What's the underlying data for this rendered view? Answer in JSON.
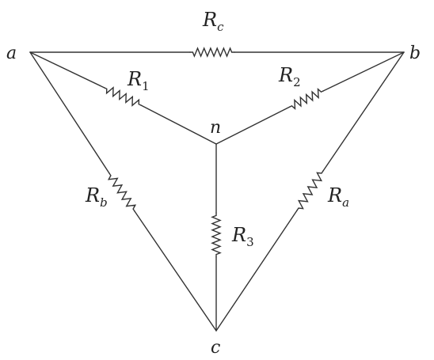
{
  "nodes": {
    "a": "a",
    "b": "b",
    "c": "c",
    "n": "n"
  },
  "resistors": {
    "Rc": {
      "main": "R",
      "sub": "c"
    },
    "R1": {
      "main": "R",
      "sub": "1"
    },
    "R2": {
      "main": "R",
      "sub": "2"
    },
    "Rb": {
      "main": "R",
      "sub": "b"
    },
    "Ra": {
      "main": "R",
      "sub": "a"
    },
    "R3": {
      "main": "R",
      "sub": "3"
    }
  },
  "colors": {
    "stroke": "#333333",
    "text": "#222222",
    "background": "#ffffff"
  }
}
